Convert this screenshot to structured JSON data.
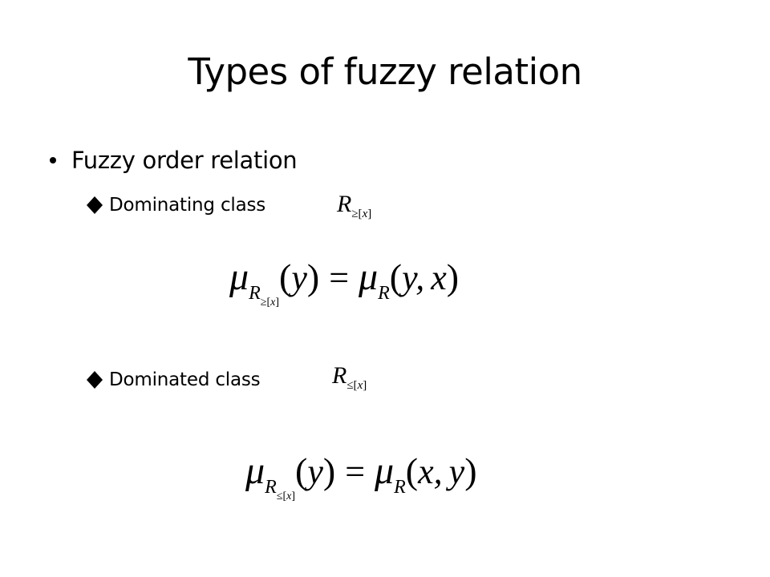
{
  "slide": {
    "title": "Types of fuzzy relation",
    "bullet": {
      "text": "Fuzzy order relation",
      "icon": "bullet-dot-icon"
    },
    "sub_items": [
      {
        "text": "Dominating class",
        "icon": "diamond-bullet-icon",
        "symbol": {
          "letter": "R",
          "subscript_op": "≥[",
          "subscript_var": "x",
          "subscript_close": "]"
        },
        "formula": {
          "mu": "μ",
          "sub_letter": "R",
          "sub_op": "≥[",
          "sub_var": "x",
          "sub_close": "]",
          "lhs_open": "(",
          "lhs_var": "y",
          "lhs_close": ")",
          "equals": "=",
          "rhs_mu": "μ",
          "rhs_sub": "R",
          "rhs_open": "(",
          "rhs_var1": "y",
          "rhs_comma": ",",
          "rhs_var2": "x",
          "rhs_close": ")"
        }
      },
      {
        "text": "Dominated class",
        "icon": "diamond-bullet-icon",
        "symbol": {
          "letter": "R",
          "subscript_op": "≤[",
          "subscript_var": "x",
          "subscript_close": "]"
        },
        "formula": {
          "mu": "μ",
          "sub_letter": "R",
          "sub_op": "≤[",
          "sub_var": "x",
          "sub_close": "]",
          "lhs_open": "(",
          "lhs_var": "y",
          "lhs_close": ")",
          "equals": "=",
          "rhs_mu": "μ",
          "rhs_sub": "R",
          "rhs_open": "(",
          "rhs_var1": "x",
          "rhs_comma": ",",
          "rhs_var2": "y",
          "rhs_close": ")"
        }
      }
    ]
  }
}
